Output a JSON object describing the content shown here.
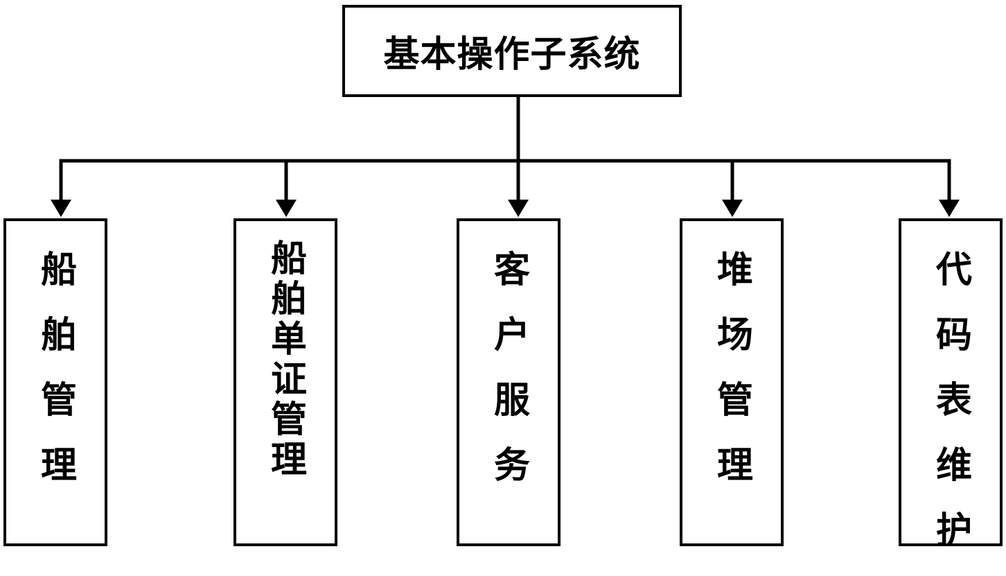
{
  "diagram": {
    "root": {
      "label": "基本操作子系统"
    },
    "children": [
      {
        "label": "船舶管理"
      },
      {
        "label": "船舶单证管理"
      },
      {
        "label": "客户服务"
      },
      {
        "label": "堆场管理"
      },
      {
        "label": "代码表维护"
      }
    ],
    "colors": {
      "line": "#000000",
      "box_border": "#000000",
      "background": "#ffffff"
    }
  }
}
